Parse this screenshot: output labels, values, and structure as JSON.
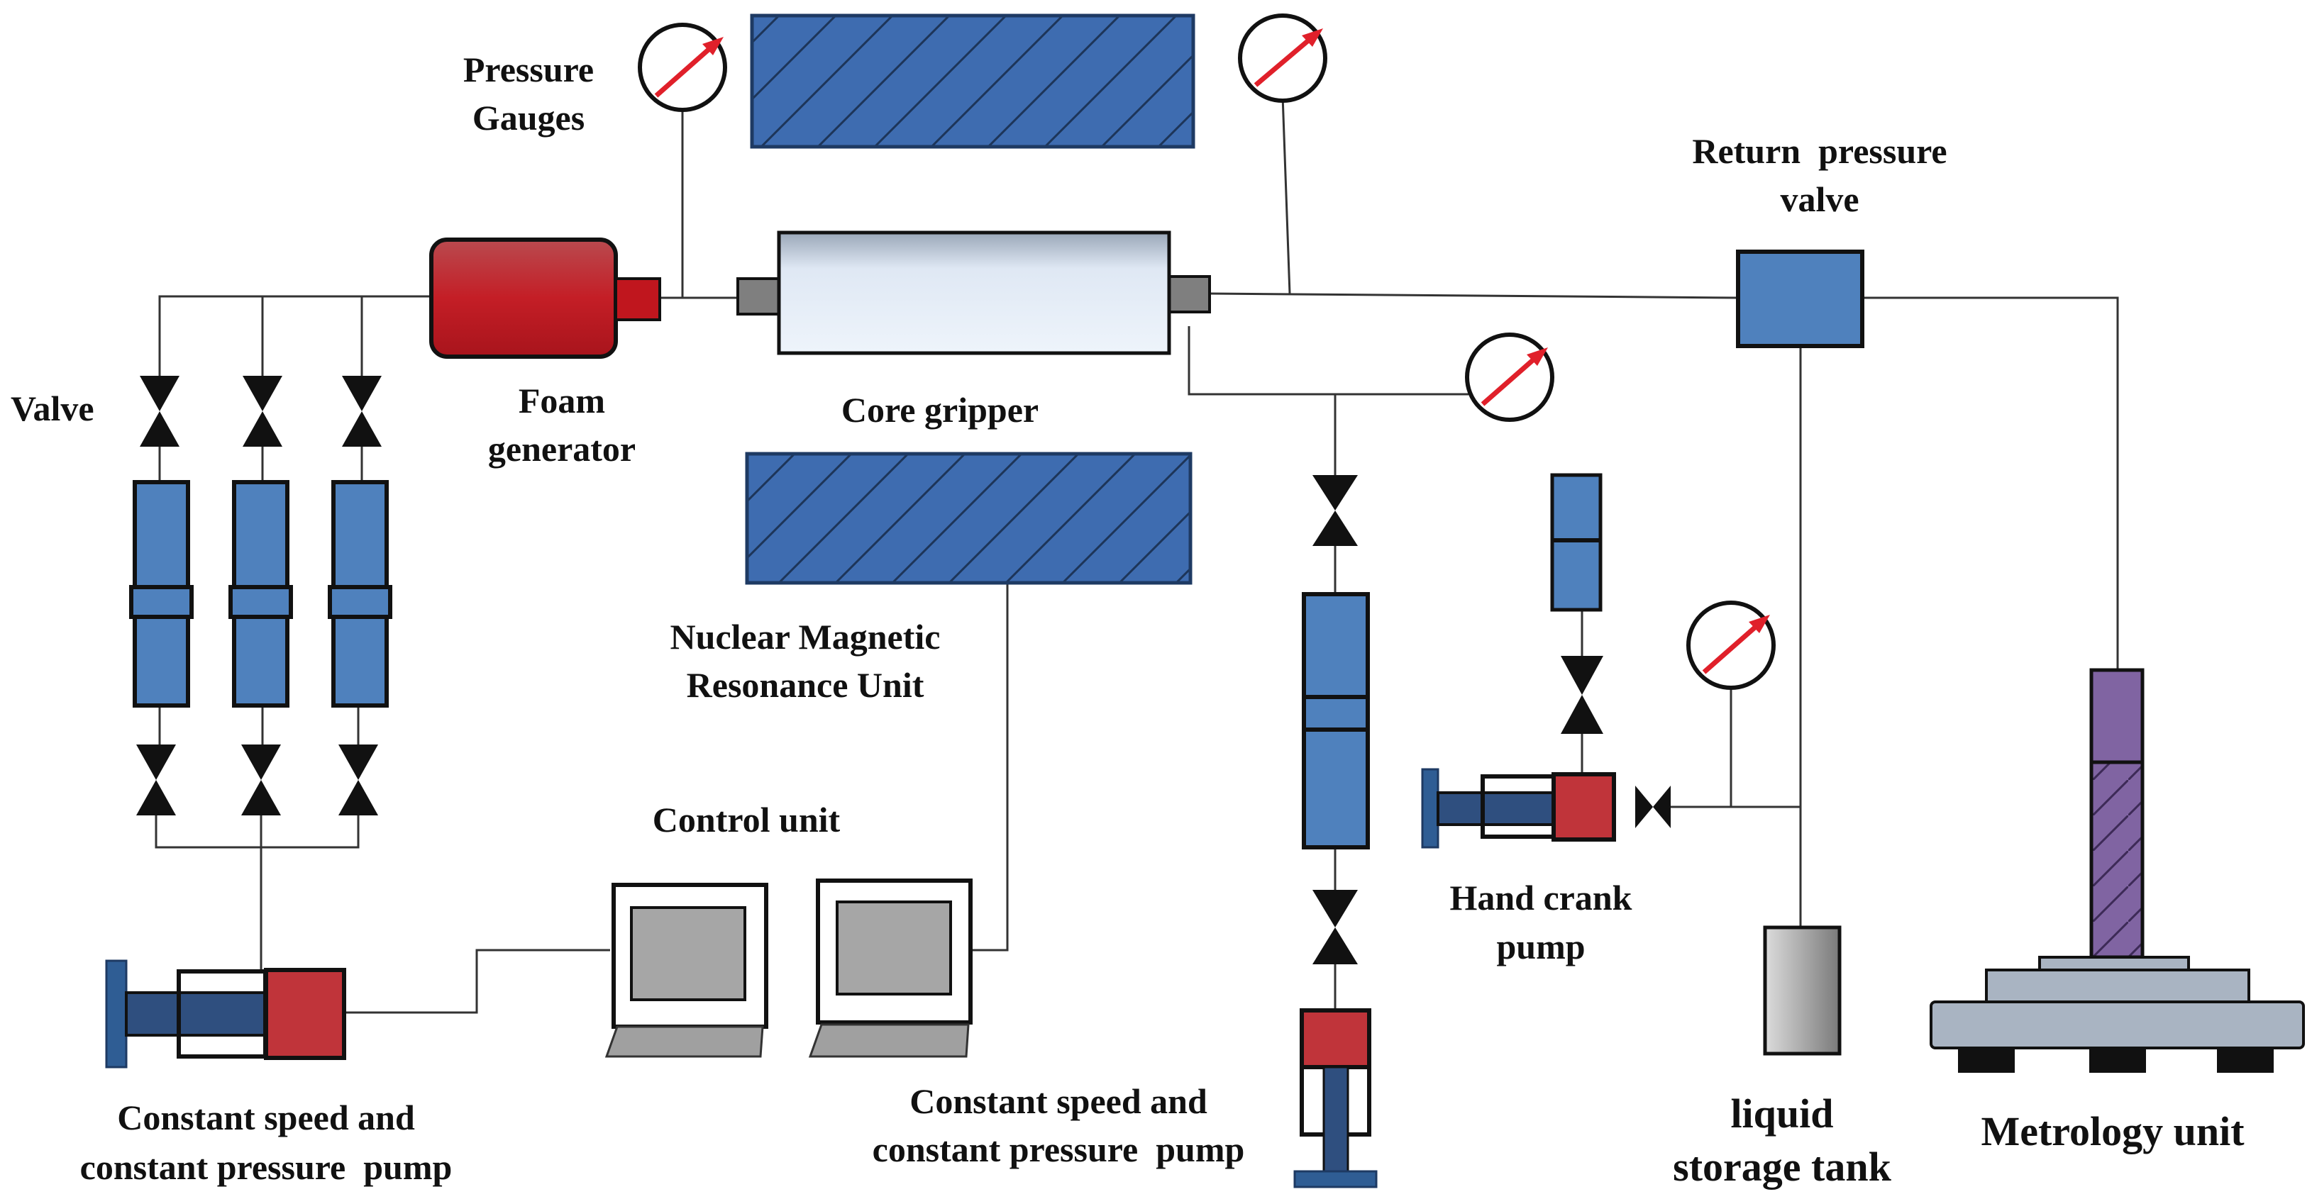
{
  "labels": {
    "pressure_gauges_1": "Pressure",
    "pressure_gauges_2": "Gauges",
    "valve": "Valve",
    "foam_generator_1": "Foam",
    "foam_generator_2": "generator",
    "core_gripper": "Core gripper",
    "return_valve_1": "Return  pressure",
    "return_valve_2": "valve",
    "nmr_1": "Nuclear Magnetic",
    "nmr_2": "Resonance Unit",
    "control_unit": "Control unit",
    "hand_crank_1": "Hand crank",
    "hand_crank_2": "pump",
    "pump_left_1": "Constant speed and",
    "pump_left_2": "constant pressure  pump",
    "pump_mid_1": "Constant speed and",
    "pump_mid_2": "constant pressure  pump",
    "tank_1": "liquid",
    "tank_2": "storage tank",
    "metrology": "Metrology unit"
  },
  "colors": {
    "vessel_blue": "#4f81bd",
    "magnet_blue": "#3a66a8",
    "generator_red": "#c0262c",
    "pump_red": "#c0343a",
    "piston_navy": "#2f4f7f",
    "cylinder_purple": "#8064a2",
    "gauge_needle": "#e0202a",
    "screen_gray": "#a6a6a6",
    "base_gray": "#a9b4c2"
  },
  "icons": {
    "gauge": "pressure-gauge-icon",
    "valve": "bowtie-valve-icon",
    "computer": "laptop-computer-icon"
  }
}
